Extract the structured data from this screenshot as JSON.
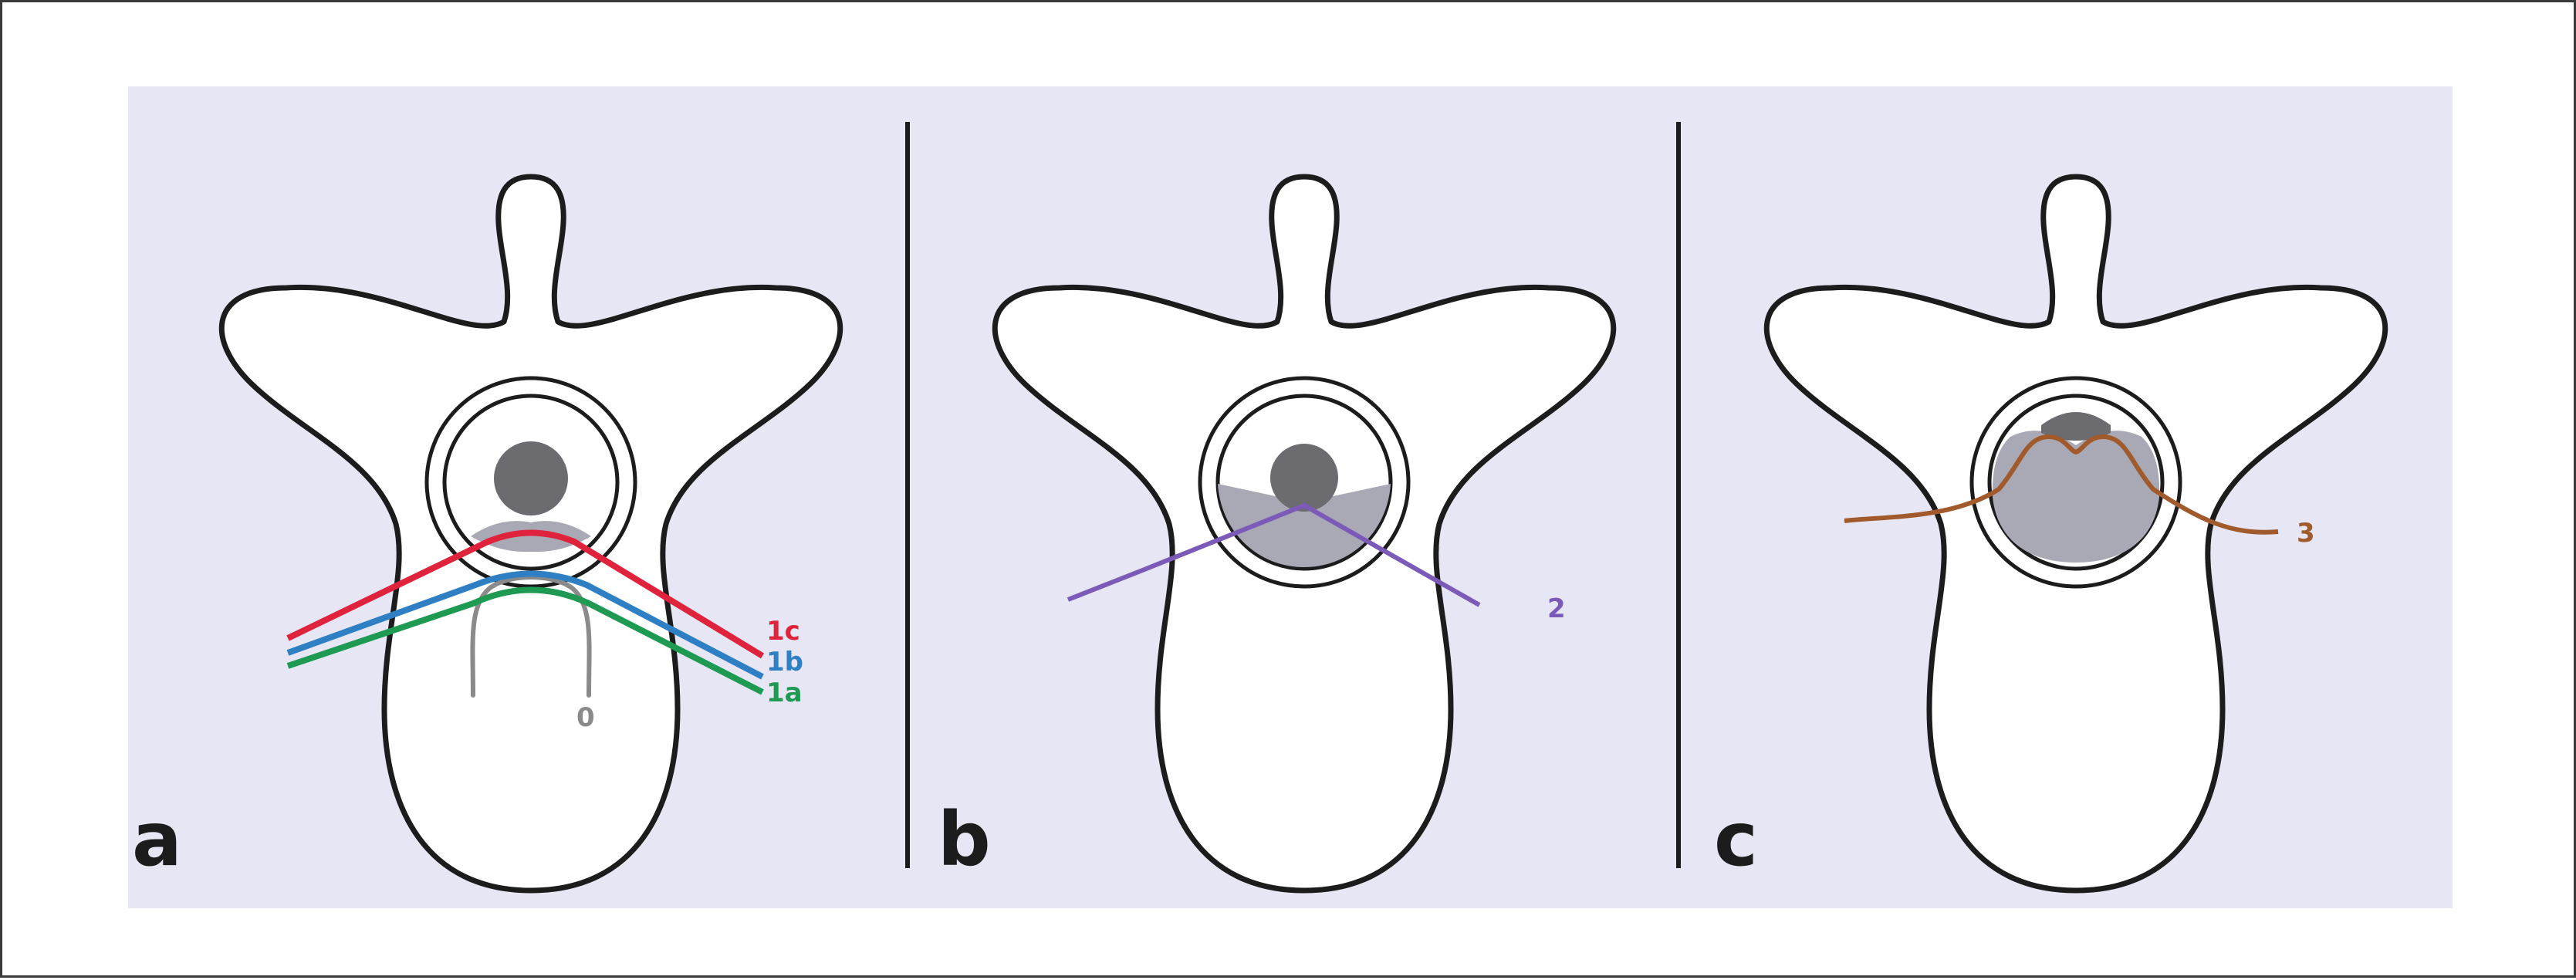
{
  "colors": {
    "background": "#e6e6f4",
    "line_1c": "#e0233c",
    "line_1b": "#2f7fc4",
    "line_1a": "#1f9a52",
    "line_0": "#8a8a8a",
    "line_2": "#7b5ab8",
    "line_3": "#a05a2c",
    "shaded": "#a9a9b6",
    "cord": "#6b6b70"
  },
  "panels": {
    "a": {
      "letter": "a",
      "labels": {
        "l1c": "1c",
        "l1b": "1b",
        "l1a": "1a",
        "l0": "0"
      }
    },
    "b": {
      "letter": "b",
      "labels": {
        "l2": "2"
      }
    },
    "c": {
      "letter": "c",
      "labels": {
        "l3": "3"
      }
    }
  }
}
